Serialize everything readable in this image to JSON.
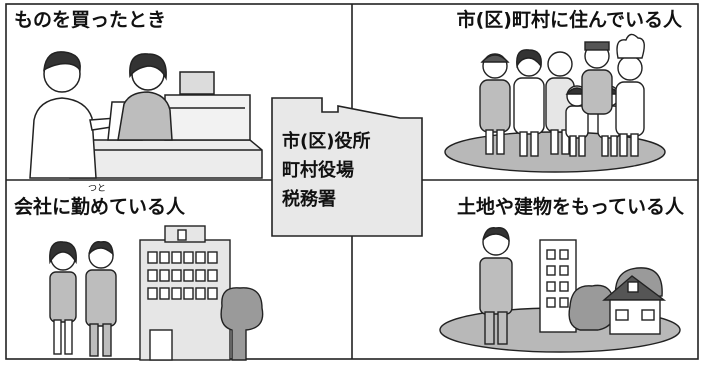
{
  "quadrants": {
    "top_left": {
      "label": "ものを買ったとき"
    },
    "top_right": {
      "label": "市(区)町村に住んでいる人"
    },
    "bottom_left": {
      "label": "会社に勤めている人",
      "ruby": "つと"
    },
    "bottom_right": {
      "label": "土地や建物をもっている人"
    }
  },
  "center_box": {
    "lines": [
      "市(区)役所",
      "町村役場",
      "税務署"
    ]
  },
  "colors": {
    "line": "#222222",
    "person_fill": "#bdbdbd",
    "building_fill": "#e6e6e6",
    "ground_fill": "#b8b8b8",
    "box_fill": "#e8e8e8"
  }
}
